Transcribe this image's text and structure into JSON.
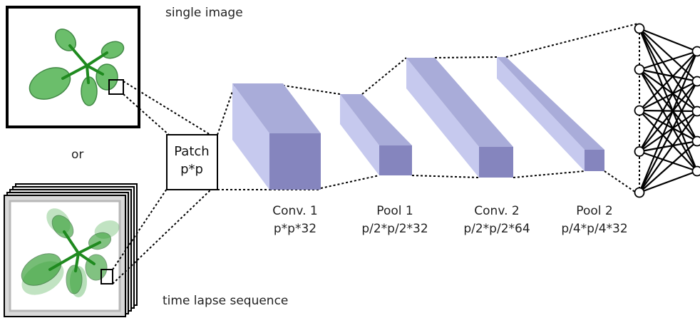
{
  "labels": {
    "single_image": "single image",
    "or": "or",
    "time_lapse": "time lapse sequence",
    "patch_line1": "Patch",
    "patch_line2": "p*p"
  },
  "layers": [
    {
      "name": "Conv. 1",
      "dims": "p*p*32"
    },
    {
      "name": "Pool 1",
      "dims": "p/2*p/2*32"
    },
    {
      "name": "Conv. 2",
      "dims": "p/2*p/2*64"
    },
    {
      "name": "Pool 2",
      "dims": "p/4*p/4*32"
    }
  ],
  "colors": {
    "leaf": "#4caf50",
    "leaf_dark": "#1f8a1f",
    "box_front": "#8585be",
    "box_top": "#a9acd9",
    "box_side": "#c6c9ee"
  },
  "network": {
    "input_nodes": 5,
    "output_nodes": 5
  }
}
